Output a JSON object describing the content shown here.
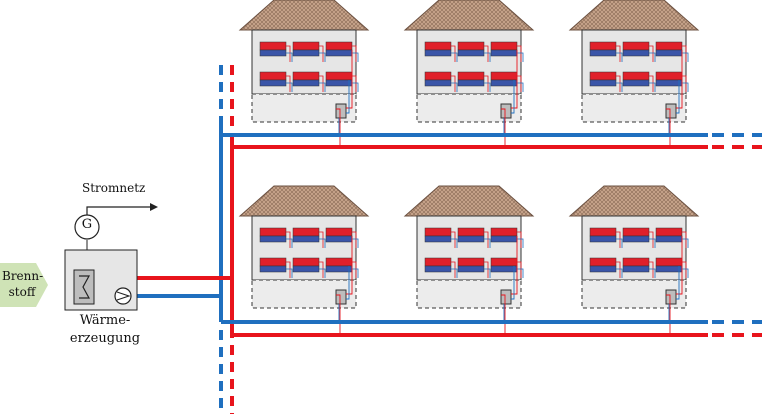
{
  "labels": {
    "stromnetz": "Stromnetz",
    "generator": "G",
    "brennstoff_line1": "Brenn-",
    "brennstoff_line2": "stoff",
    "waerme_line1": "Wärme-",
    "waerme_line2": "erzeugung"
  },
  "colors": {
    "supply": "#e8141c",
    "return": "#1f6fbf",
    "roof": "#c9a88f",
    "wall": "#e6e6e6",
    "fuel_arrow": "#cfe3b6",
    "radiator_top": "#e0202a",
    "radiator_bottom": "#3a55a8"
  },
  "icons": {
    "generator": "generator-circle-icon",
    "fuel": "fuel-arrow-icon",
    "heat_exchanger": "heat-exchanger-icon",
    "pump": "pump-icon"
  },
  "network": {
    "rows_of_houses": 2,
    "houses_per_row": 3
  }
}
